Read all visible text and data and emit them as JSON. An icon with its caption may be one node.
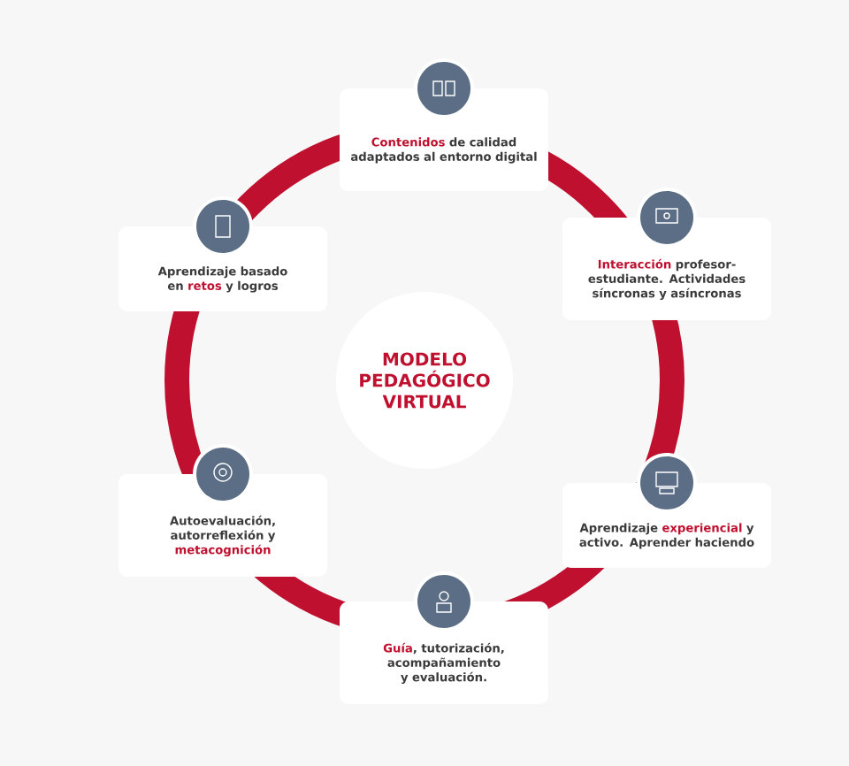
{
  "diagram": {
    "nodes": [
      {
        "text": [
          "**Contenidos** de calidad adaptados al entorno digital"
        ]
      },
      {
        "text": [
          "Aprendizaje basado en **retos** y logros"
        ]
      },
      {
        "text": [
          "**Interacción** profesor-estudiante. Actividades síncronas y asíncronas"
        ]
      },
      {
        "text": [
          "MODELO PEDAGÓGICO VIRTUAL"
        ]
      },
      {
        "text": [
          "Autoevaluación, autorreflexión y **metacognición**"
        ]
      },
      {
        "text": [
          "Aprendizaje **experiencial** y activo. Aprender haciendo"
        ]
      },
      {
        "text": [
          "**Guía**, tutorización, acompañamiento y evaluación."
        ]
      }
    ]
  }
}
